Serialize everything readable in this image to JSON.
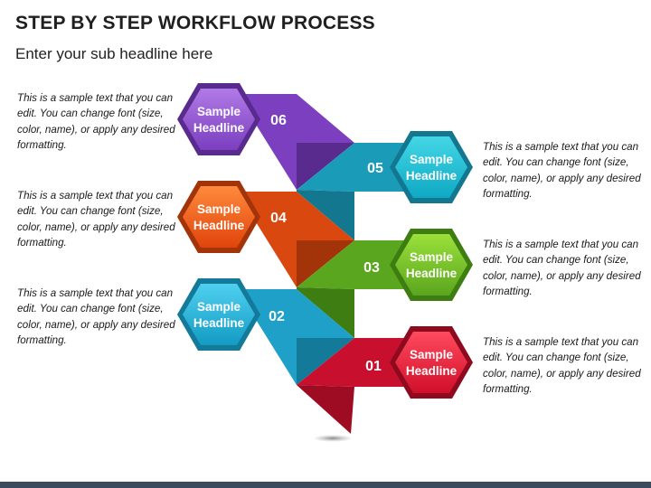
{
  "title": "STEP BY STEP WORKFLOW PROCESS",
  "subtitle": "Enter your sub headline here",
  "steps": [
    {
      "number": "01",
      "headline_line1": "Sample",
      "headline_line2": "Headline",
      "color": "#c8102e",
      "color_dark": "#8e0b1f",
      "text": "This is a sample text that you can edit. You can change font (size, color, name), or apply any desired formatting."
    },
    {
      "number": "02",
      "headline_line1": "Sample",
      "headline_line2": "Headline",
      "color": "#1ea0c8",
      "color_dark": "#137a99",
      "text": "This is a sample text that you can edit. You can change font (size, color, name), or apply any desired formatting."
    },
    {
      "number": "03",
      "headline_line1": "Sample",
      "headline_line2": "Headline",
      "color": "#5aa61e",
      "color_dark": "#3e7d12",
      "text": "This is a sample text that you can edit. You can change font (size, color, name), or apply any desired formatting."
    },
    {
      "number": "04",
      "headline_line1": "Sample",
      "headline_line2": "Headline",
      "color": "#d9480f",
      "color_dark": "#a3340a",
      "text": "This is a sample text that you can edit. You can change font (size, color, name), or apply any desired formatting."
    },
    {
      "number": "05",
      "headline_line1": "Sample",
      "headline_line2": "Headline",
      "color": "#1a9bb8",
      "color_dark": "#12778f",
      "text": "This is a sample text that you can edit. You can change font (size, color, name), or apply any desired formatting."
    },
    {
      "number": "06",
      "headline_line1": "Sample",
      "headline_line2": "Headline",
      "color": "#7b3fbf",
      "color_dark": "#5a2b8f",
      "text": "This is a sample text that you can edit. You can change font (size, color, name), or apply any desired formatting."
    }
  ]
}
